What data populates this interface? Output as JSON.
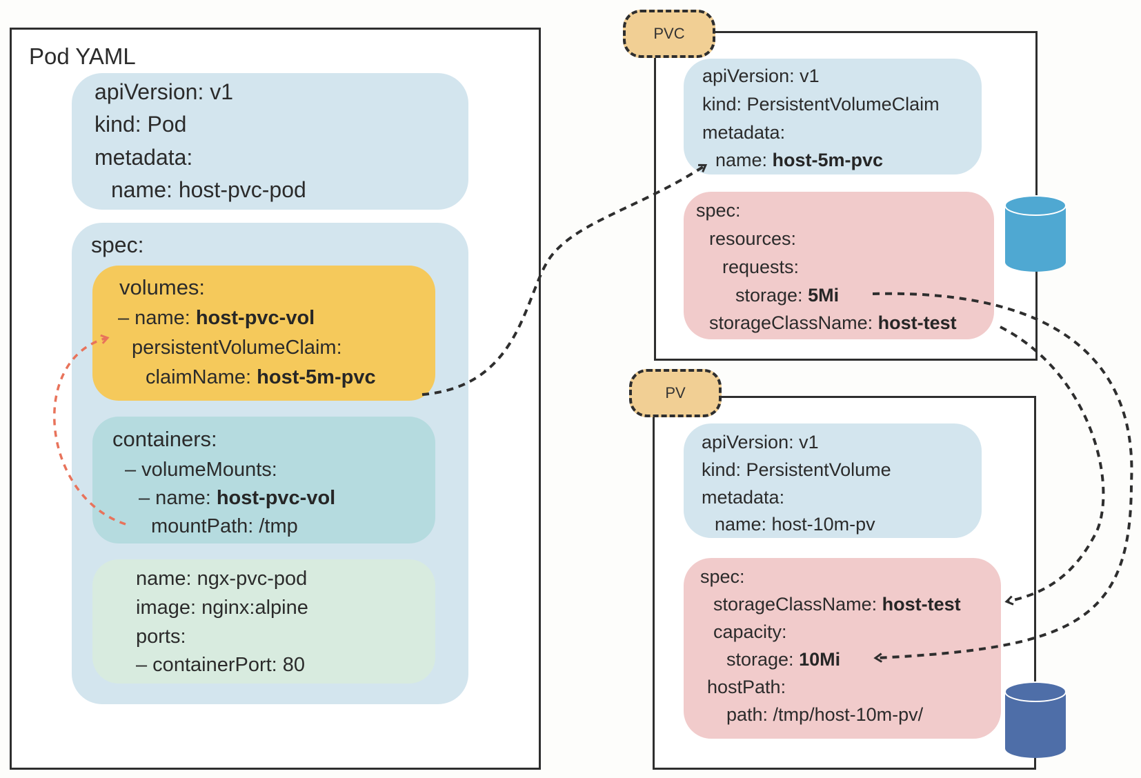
{
  "pod": {
    "title": "Pod YAML",
    "meta": {
      "lines": [
        "apiVersion: v1",
        "kind: Pod",
        "metadata:"
      ],
      "name_key": "name: ",
      "name_value": "host-pvc-pod"
    },
    "spec": {
      "label": "spec:",
      "volumes": {
        "label": "volumes:",
        "name_key": "– name: ",
        "name_value": "host-pvc-vol",
        "pvc_label": "persistentVolumeClaim:",
        "claim_key": "claimName: ",
        "claim_value": "host-5m-pvc"
      },
      "containers": {
        "label": "containers:",
        "mounts_label": "– volumeMounts:",
        "name_key": "– name: ",
        "name_value": "host-pvc-vol",
        "mount_path": "mountPath: /tmp"
      },
      "container_details": {
        "lines": [
          "name: ngx-pvc-pod",
          "image: nginx:alpine",
          "ports:",
          "– containerPort: 80"
        ]
      }
    }
  },
  "pvc": {
    "tag": "PVC",
    "meta": {
      "lines": [
        "apiVersion: v1",
        "kind: PersistentVolumeClaim",
        "metadata:"
      ],
      "name_key": "name: ",
      "name_value": "host-5m-pvc"
    },
    "spec": {
      "label": "spec:",
      "resources": "resources:",
      "requests": "requests:",
      "storage_key": "storage: ",
      "storage_value": "5Mi",
      "class_key": "storageClassName: ",
      "class_value": "host-test"
    }
  },
  "pv": {
    "tag": "PV",
    "meta": {
      "lines": [
        "apiVersion: v1",
        "kind: PersistentVolume",
        "metadata:",
        "  name: host-10m-pv"
      ]
    },
    "spec": {
      "label": "spec:",
      "class_key": "storageClassName: ",
      "class_value": "host-test",
      "capacity": "capacity:",
      "storage_key": "storage: ",
      "storage_value": "10Mi",
      "host_path": "hostPath:",
      "path": "path: /tmp/host-10m-pv/"
    }
  },
  "colors": {
    "meta_card": "#d3e5ee",
    "volumes_card": "#f5c95b",
    "containers_card": "#b5dbdf",
    "container_details_card": "#d8ebdf",
    "spec_red_card": "#f1cbcb",
    "tag_fill": "#f1cf94",
    "pvc_cylinder": "#4fa8d2",
    "pv_cylinder": "#4e6ea8",
    "pod_link_arrow": "#e8735b",
    "link_arrow": "#2e2e2e"
  }
}
